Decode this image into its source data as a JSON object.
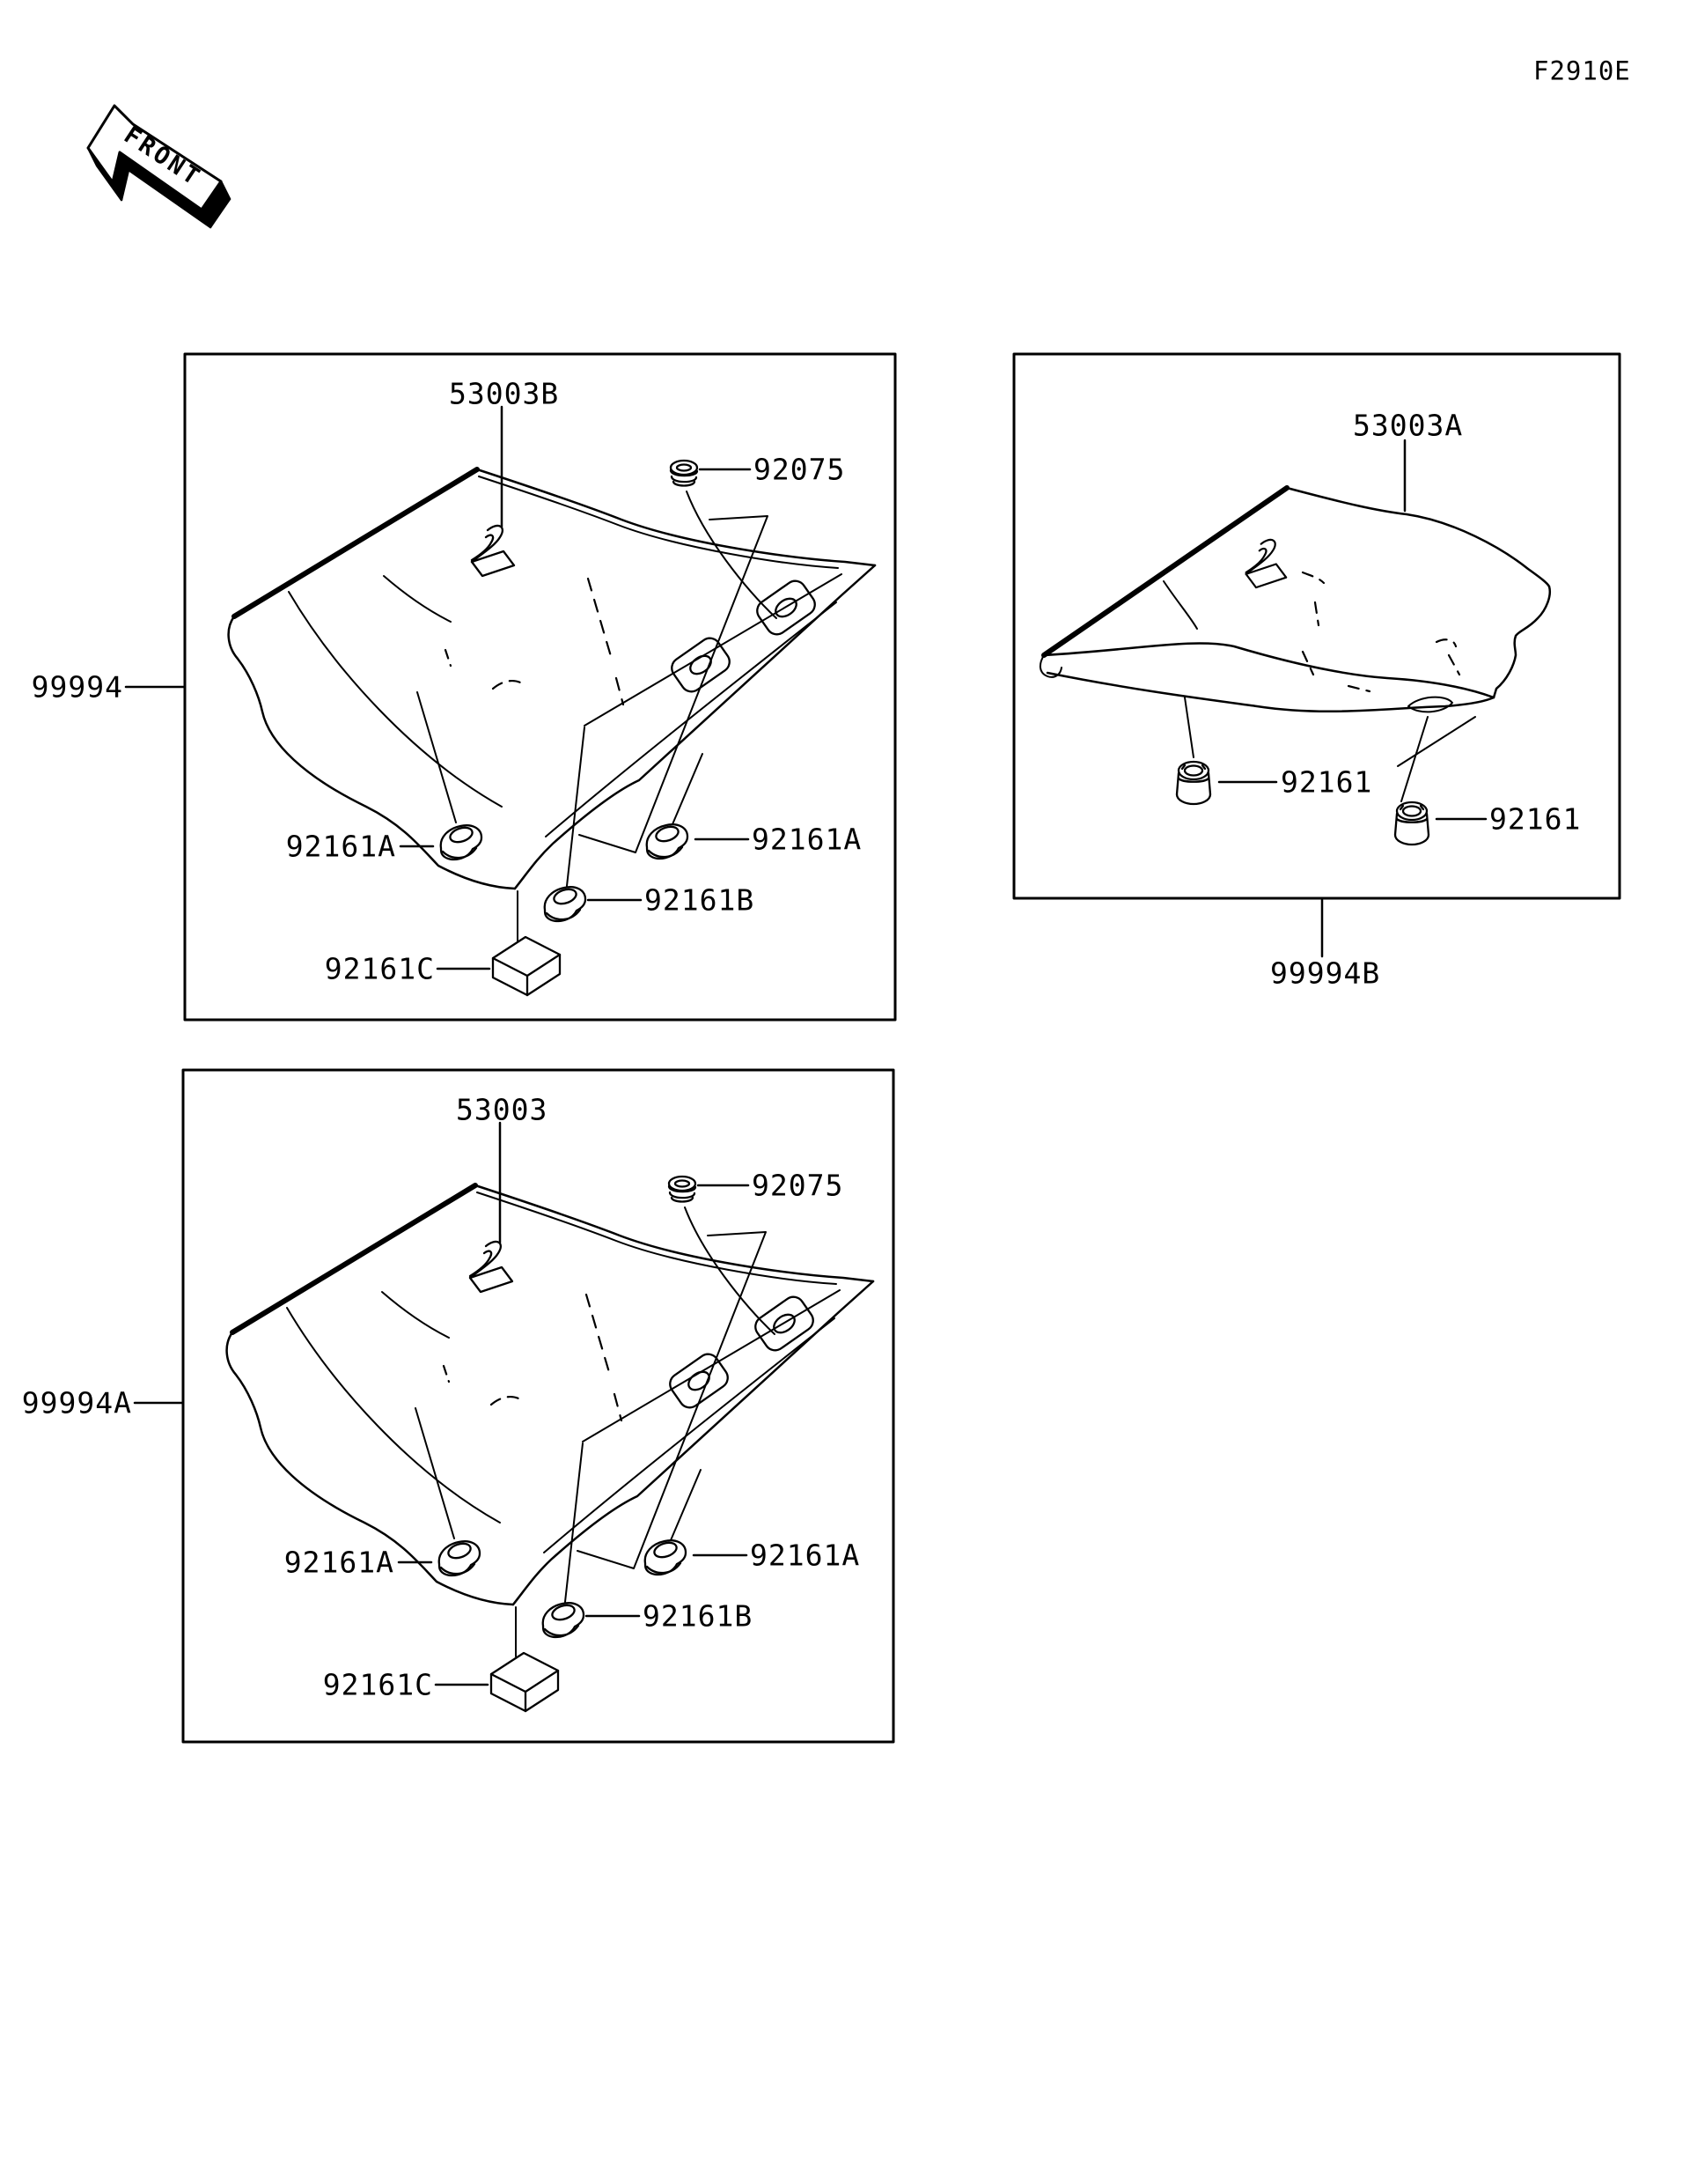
{
  "doc": {
    "code": "F2910E",
    "background": "#ffffff",
    "ink": "#000000"
  },
  "front_arrow": {
    "label": "FRONT"
  },
  "panels": {
    "top_left": {
      "assembly": "99994",
      "seat": "53003B",
      "grommet": "92075",
      "damper_front_left": "92161A",
      "damper_front_right": "92161A",
      "damper_rear": "92161B",
      "block": "92161C"
    },
    "top_right": {
      "assembly": "99994B",
      "seat": "53003A",
      "damper_left": "92161",
      "damper_right": "92161"
    },
    "bottom_left": {
      "assembly": "99994A",
      "seat": "53003",
      "grommet": "92075",
      "damper_front_left": "92161A",
      "damper_front_right": "92161A",
      "damper_rear": "92161B",
      "block": "92161C"
    }
  }
}
